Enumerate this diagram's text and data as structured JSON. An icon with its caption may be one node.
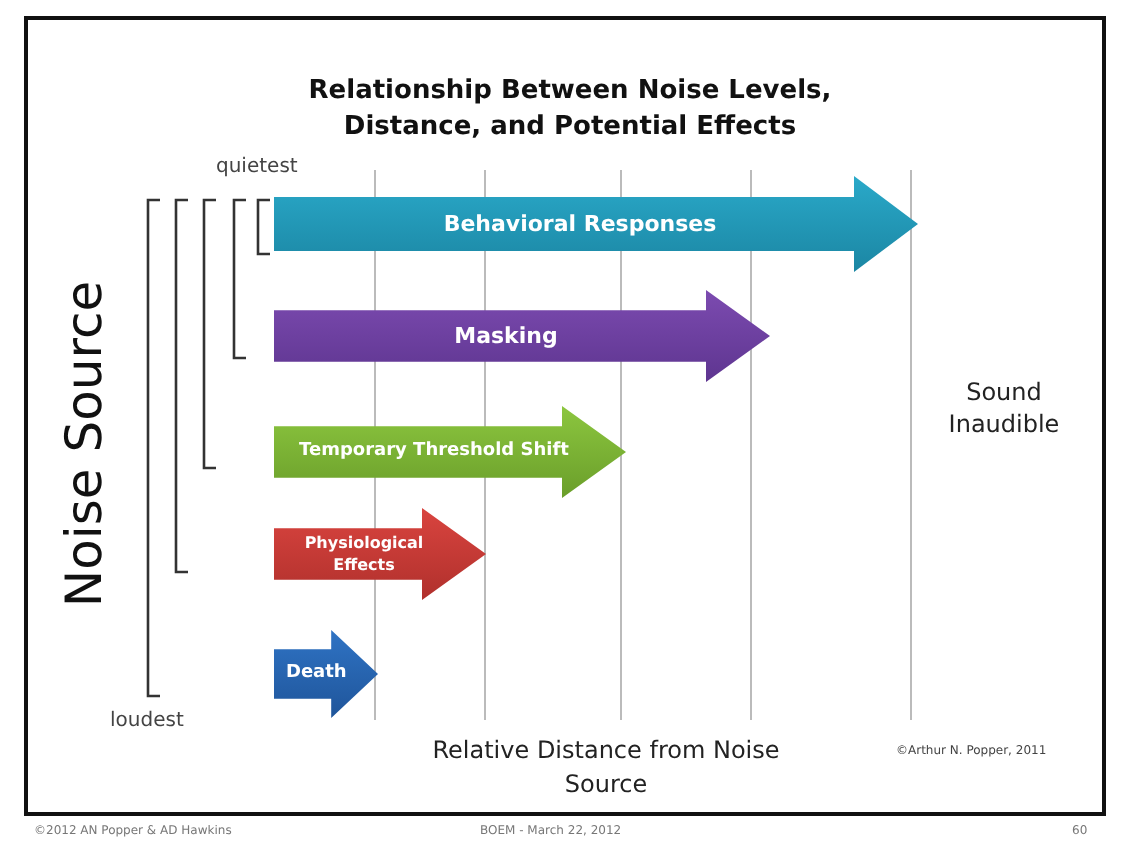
{
  "diagram": {
    "title": "Relationship Between Noise Levels, Distance, and Potential Effects",
    "nodes": [
      {
        "text": [
          "Behavioral Responses"
        ]
      },
      {
        "text": [
          "Masking"
        ]
      },
      {
        "text": [
          "Temporary Threshold Shift"
        ]
      },
      {
        "text": [
          "Physiological Effects"
        ]
      },
      {
        "text": [
          "Death"
        ]
      }
    ],
    "labels": [
      "quietest",
      "Noise Source",
      "Sound Inaudible",
      "loudest",
      "Relative Distance from Noise Source",
      "©Arthur N. Popper, 2011",
      "©2012 AN Popper & AD Hawkins",
      "BOEM - March 22, 2012",
      "60"
    ]
  }
}
